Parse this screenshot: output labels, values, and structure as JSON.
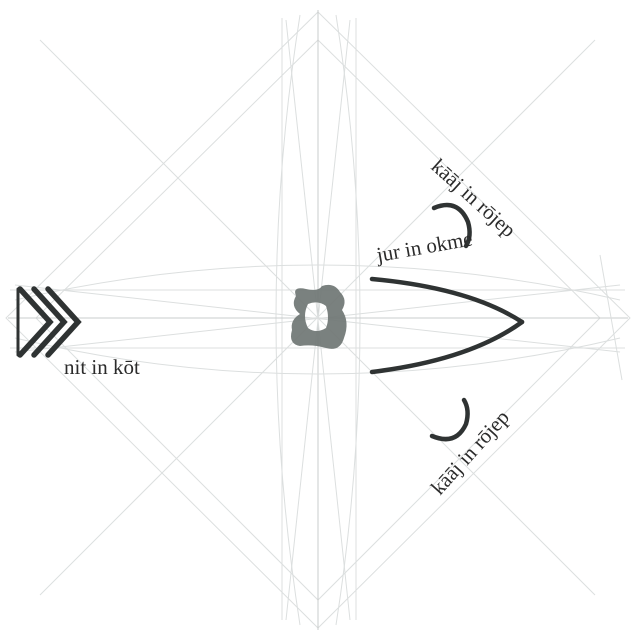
{
  "labels": {
    "left_chevron": "nit in kōt",
    "upper_arc": "jur in okme",
    "upper_right_curve": "kāāj in rōjep",
    "lower_right_curve": "kāāj in rōjep"
  },
  "colors": {
    "ink": "#2f3333",
    "guide_lines": "#c9cccc",
    "center_mark": "#6f7674",
    "background": "#ffffff"
  },
  "icons": {
    "left_marker": "triple-chevron-icon",
    "center_marker": "square-blob-icon"
  }
}
